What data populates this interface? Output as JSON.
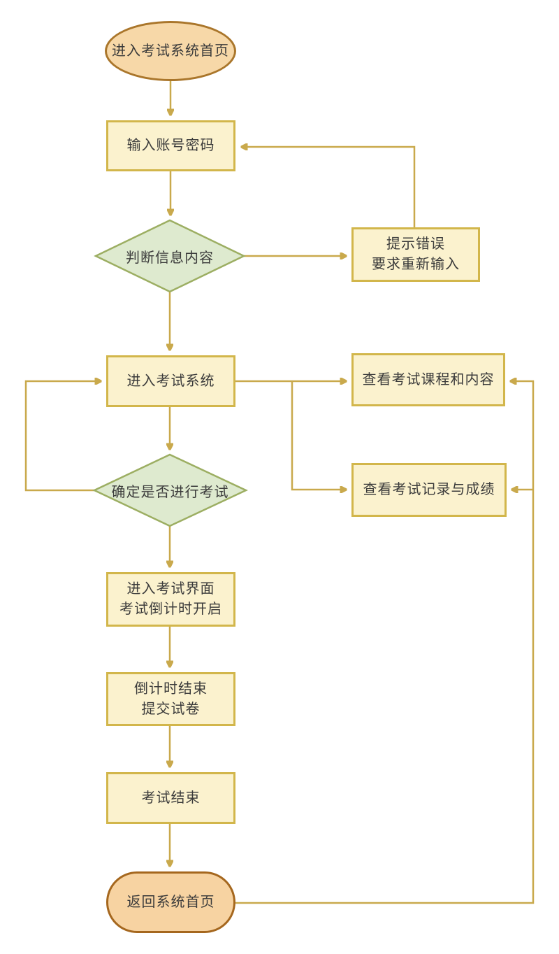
{
  "colors": {
    "line": "#c9a94c",
    "box-fill": "#fbf2ce",
    "box-border": "#d2b64b",
    "diamond-fill": "#deeacf",
    "diamond-border": "#9cae62",
    "start-fill": "#f7d8a8",
    "start-border": "#aa762b",
    "home-fill": "#f7d3a2",
    "home-border": "#a5671e",
    "text": "#3b3b3b"
  },
  "nodes": {
    "start": {
      "label": "进入考试系统首页",
      "shape": "ellipse"
    },
    "input": {
      "label": "输入账号密码",
      "shape": "rect"
    },
    "check": {
      "label": "判断信息内容",
      "shape": "diamond"
    },
    "error": {
      "label": "提示错误\n要求重新输入",
      "shape": "rect"
    },
    "enter": {
      "label": "进入考试系统",
      "shape": "rect"
    },
    "courses": {
      "label": "查看考试课程和内容",
      "shape": "rect"
    },
    "confirm": {
      "label": "确定是否进行考试",
      "shape": "diamond"
    },
    "records": {
      "label": "查看考试记录与成绩",
      "shape": "rect"
    },
    "exam_ui": {
      "label": "进入考试界面\n考试倒计时开启",
      "shape": "rect"
    },
    "submit": {
      "label": "倒计时结束\n提交试卷",
      "shape": "rect"
    },
    "end": {
      "label": "考试结束",
      "shape": "rect"
    },
    "home": {
      "label": "返回系统首页",
      "shape": "stadium"
    }
  },
  "edges": [
    {
      "from": "start",
      "to": "input"
    },
    {
      "from": "input",
      "to": "check"
    },
    {
      "from": "check",
      "to": "error"
    },
    {
      "from": "error",
      "to": "input"
    },
    {
      "from": "check",
      "to": "enter"
    },
    {
      "from": "enter",
      "to": "courses"
    },
    {
      "from": "enter",
      "to": "records"
    },
    {
      "from": "enter",
      "to": "confirm"
    },
    {
      "from": "confirm",
      "to": "enter"
    },
    {
      "from": "confirm",
      "to": "exam_ui"
    },
    {
      "from": "exam_ui",
      "to": "submit"
    },
    {
      "from": "submit",
      "to": "end"
    },
    {
      "from": "end",
      "to": "home"
    },
    {
      "from": "home",
      "to": "courses"
    },
    {
      "from": "home",
      "to": "records"
    }
  ]
}
